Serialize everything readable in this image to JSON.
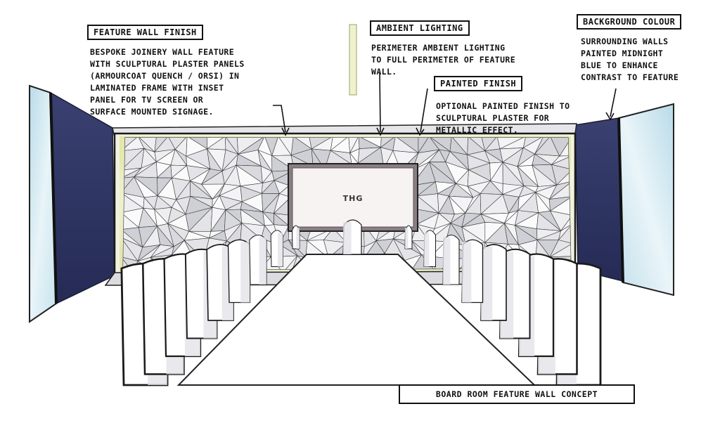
{
  "title": "BOARD ROOM FEATURE WALL CONCEPT",
  "colors": {
    "navy": "#2b3263",
    "glass": "#cfe6ef",
    "plaster": "#ebebec",
    "led_glow": "#e8eab8",
    "screen_frame": "#8a7e84",
    "screen": "#f6f2f2"
  },
  "screen_logo": "THG",
  "annotations": {
    "feature_wall": {
      "heading": "FEATURE WALL FINISH",
      "lines": [
        "BESPOKE JOINERY WALL FEATURE",
        "WITH SCULPTURAL PLASTER PANELS",
        "(ARMOURCOAT QUENCH / ORSI) IN",
        "LAMINATED FRAME WITH INSET",
        "PANEL FOR TV SCREEN OR",
        "SURFACE MOUNTED SIGNAGE."
      ]
    },
    "ambient_lighting": {
      "heading": "AMBIENT LIGHTING",
      "lines": [
        "PERIMETER AMBIENT LIGHTING",
        "TO FULL PERIMETER OF FEATURE",
        "WALL."
      ]
    },
    "painted_finish": {
      "heading": "PAINTED FINISH",
      "lines": [
        "OPTIONAL PAINTED FINISH TO",
        "SCULPTURAL PLASTER FOR",
        "METALLIC EFFECT."
      ]
    },
    "background_colour": {
      "heading": "BACKGROUND COLOUR",
      "lines": [
        "SURROUNDING WALLS",
        "PAINTED MIDNIGHT",
        "BLUE TO ENHANCE",
        "CONTRAST TO FEATURE"
      ]
    }
  }
}
